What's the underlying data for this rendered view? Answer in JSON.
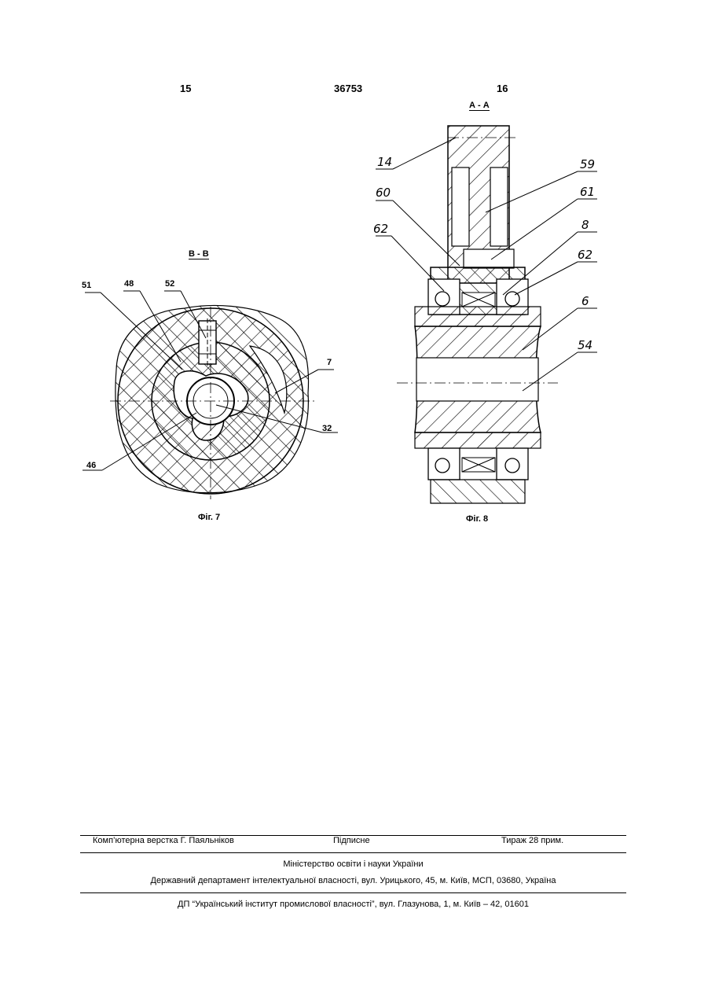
{
  "header": {
    "left_page": "15",
    "patent_number": "36753",
    "right_page": "16"
  },
  "figure7": {
    "section_label": "В - В",
    "caption": "Фіг. 7",
    "labels": {
      "l51": "51",
      "l48": "48",
      "l52": "52",
      "l7": "7",
      "l32": "32",
      "l46": "46"
    }
  },
  "figure8": {
    "section_label": "А - А",
    "caption": "Фіг. 8",
    "labels": {
      "l14": "14",
      "l59": "59",
      "l60": "60",
      "l61": "61",
      "l62a": "62",
      "l8": "8",
      "l62b": "62",
      "l6": "6",
      "l54": "54"
    }
  },
  "footer": {
    "layout_credit": "Комп’ютерна верстка Г. Паяльніков",
    "signed": "Підписне",
    "circulation": "Тираж 28 прим.",
    "ministry": "Міністерство освіти і науки України",
    "department": "Державний департамент інтелектуальної власності, вул. Урицького, 45, м. Київ, МСП, 03680, Україна",
    "institute": "ДП “Український інститут промислової власності”, вул. Глазунова, 1, м. Київ – 42, 01601"
  }
}
